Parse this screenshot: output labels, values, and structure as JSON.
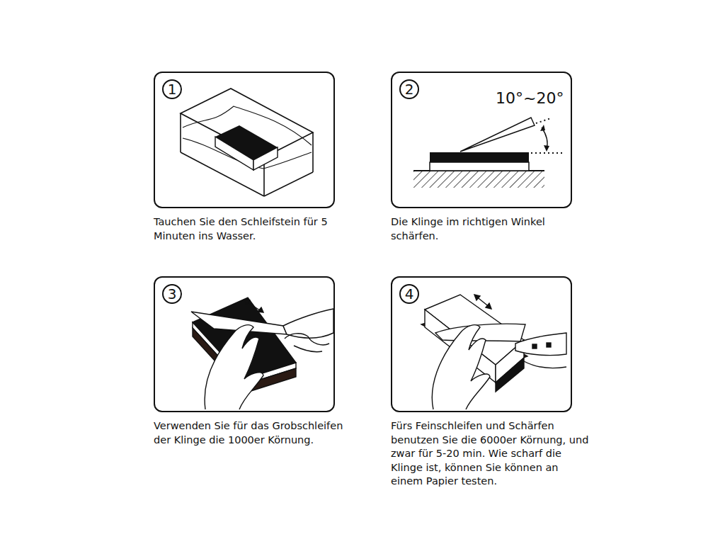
{
  "diagram": {
    "nodes": [
      {
        "text": [
          "1",
          "Tauchen Sie den Schleifstein für 5 Minuten ins Wasser."
        ]
      },
      {
        "text": [
          "2",
          "Die Klinge im richtigen Winkel schärfen."
        ]
      },
      {
        "text": [
          "3",
          "Verwenden Sie für das Grobschleifen der Klinge die 1000er Körnung."
        ]
      },
      {
        "text": [
          "4",
          "Fürs Feinschleifen und Schärfen benutzen Sie die 6000er Körnung, und zwar für 5-20 min. Wie scharf die Klinge ist, können Sie können an einem Papier testen."
        ]
      }
    ],
    "labels": [
      "10°~20°"
    ]
  }
}
